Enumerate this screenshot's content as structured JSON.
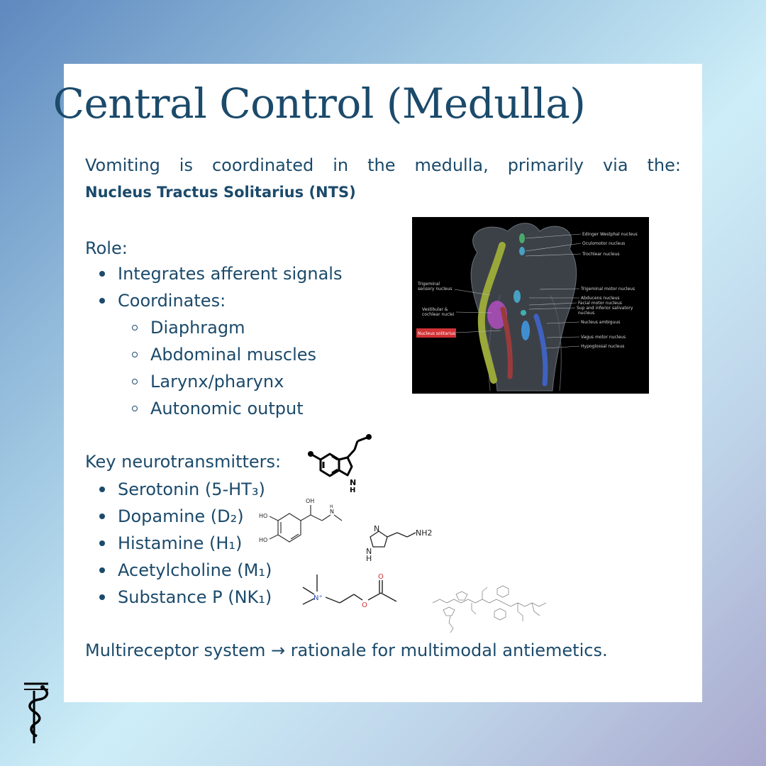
{
  "title": "Central Control (Medulla)",
  "intro": "Vomiting is coordinated in the medulla, primarily via the:",
  "nts": "Nucleus Tractus Solitarius (NTS)",
  "role": {
    "heading": "Role:",
    "items": [
      "Integrates afferent signals",
      "Coordinates:"
    ],
    "subitems": [
      "Diaphragm",
      "Abdominal muscles",
      "Larynx/pharynx",
      "Autonomic output"
    ]
  },
  "neuro": {
    "heading": "Key neurotransmitters:",
    "items": [
      "Serotonin (5-HT₃)",
      "Dopamine (D₂)",
      "Histamine (H₁)",
      "Acetylcholine (M₁)",
      "Substance P (NK₁)"
    ]
  },
  "summary": "Multireceptor system → rationale for multimodal antiemetics.",
  "figure": {
    "left_labels": [
      "Trigeminal",
      "sensory nucleus",
      "Vestibular &",
      "cochlear nuclei",
      "Nucleus solitarius"
    ],
    "right_labels": [
      "Edinger Westphal nucleus",
      "Oculomotor nucleus",
      "Trochlear nucleus",
      "Trigeminal motor nucleus",
      "Abducens nucleus",
      "Facial motor nucleus",
      "Sup and inferior salivatory",
      "nucleus",
      "Nucleus ambiguus",
      "Vagus motor nucleus",
      "Hypoglossal nucleus"
    ]
  },
  "molecules": {
    "indole_nh": "H",
    "indole_n": "N",
    "dopa_oh_top": "OH",
    "dopa_ho1": "HO",
    "dopa_ho2": "HO",
    "dopa_n": "N",
    "dopa_h": "H",
    "hist_n": "N",
    "hist_nh": "N",
    "hist_h": "H",
    "hist_nh2": "NH2",
    "ach_n": "N⁺",
    "ach_o1": "O",
    "ach_o2": "O"
  },
  "colors": {
    "text": "#1b4a6b",
    "accent_red": "#d33236"
  }
}
